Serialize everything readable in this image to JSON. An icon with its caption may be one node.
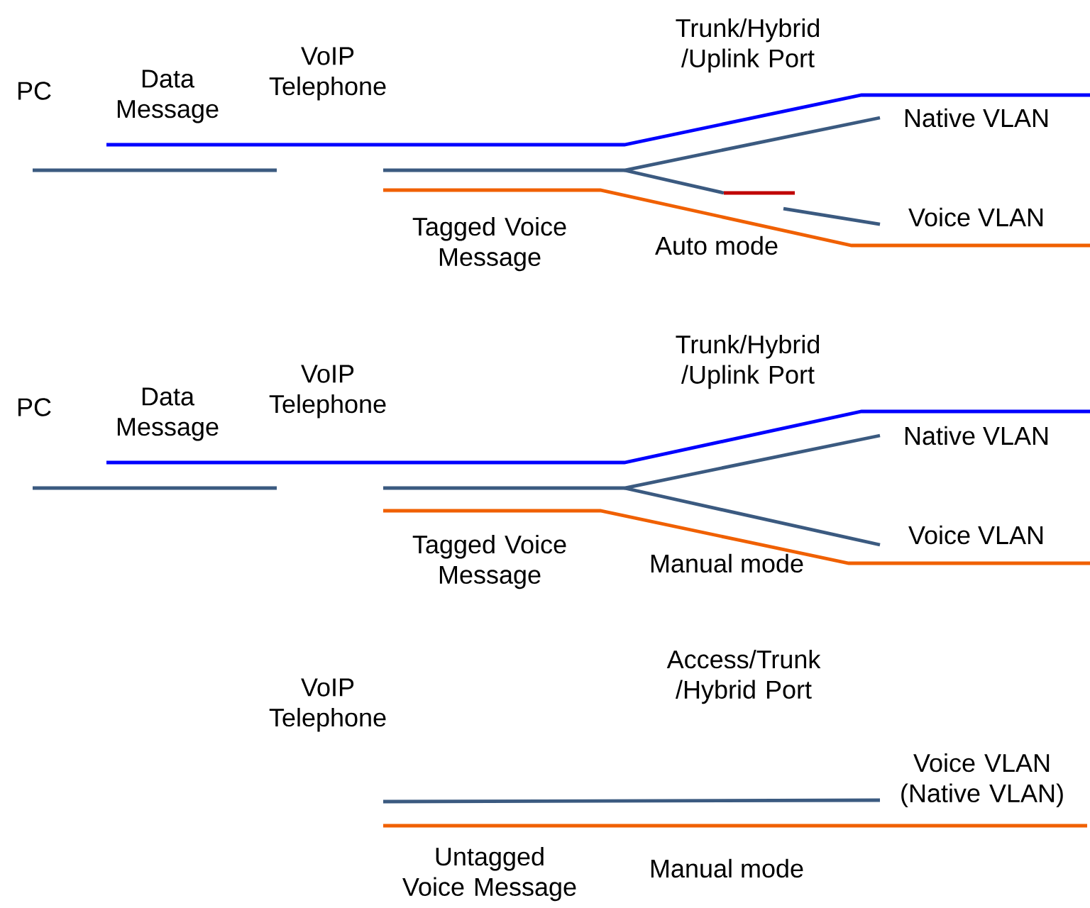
{
  "diagram": {
    "labels": [
      "Trunk/Hybrid /Uplink Port",
      "PC",
      "Data Message",
      "VoIP Telephone",
      "Native VLAN",
      "Tagged Voice Message",
      "Voice VLAN",
      "Auto mode",
      "Trunk/Hybrid /Uplink Port",
      "PC",
      "Data Message",
      "VoIP Telephone",
      "Native VLAN",
      "Tagged Voice Message",
      "Voice VLAN",
      "Manual mode",
      "VoIP Telephone",
      "Access/Trunk /Hybrid Port",
      "Voice VLAN (Native VLAN)",
      "Untagged Voice Message",
      "Manual mode"
    ]
  }
}
